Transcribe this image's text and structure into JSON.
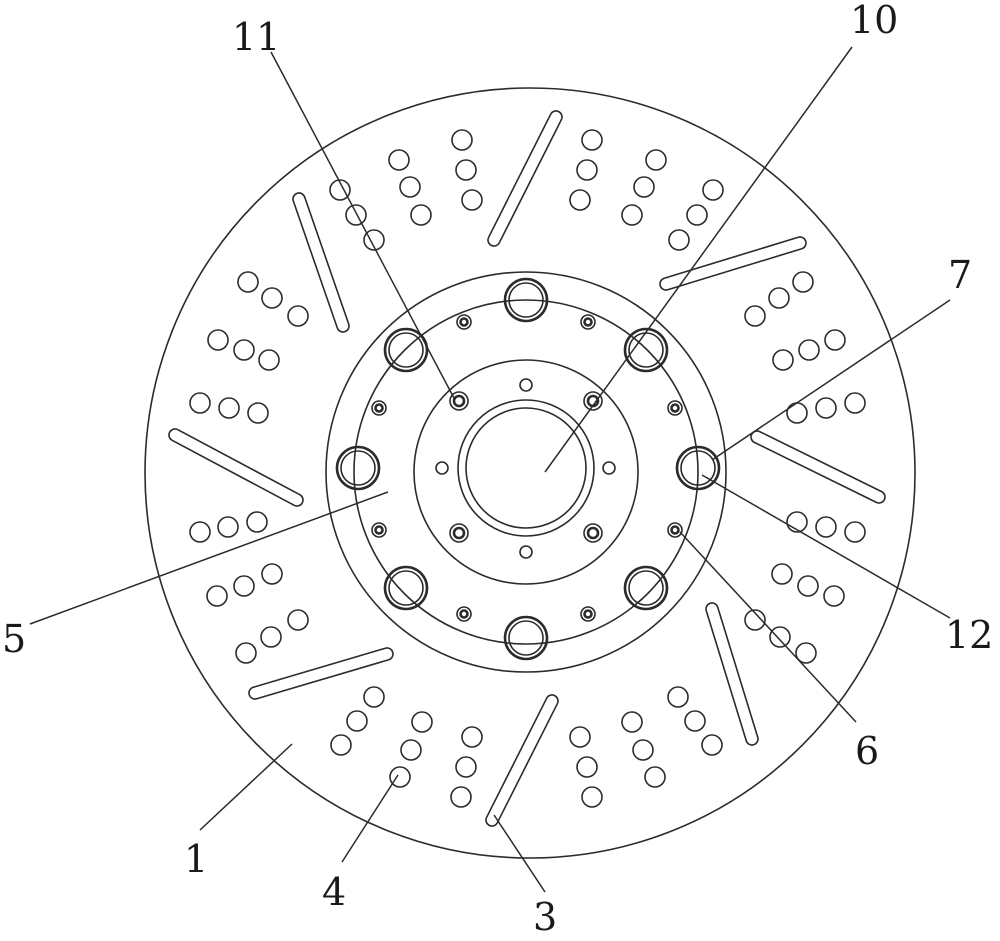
{
  "diagram": {
    "labels": {
      "disc": "1",
      "slot": "3",
      "vent_hole": "4",
      "hub_flange": "5",
      "small_bolt": "6",
      "mount_hole": "7",
      "center_bore": "10",
      "inner_bolt": "11",
      "bushing": "12"
    },
    "colors": {
      "stroke": "#2b2b2b",
      "background": "#ffffff"
    }
  }
}
